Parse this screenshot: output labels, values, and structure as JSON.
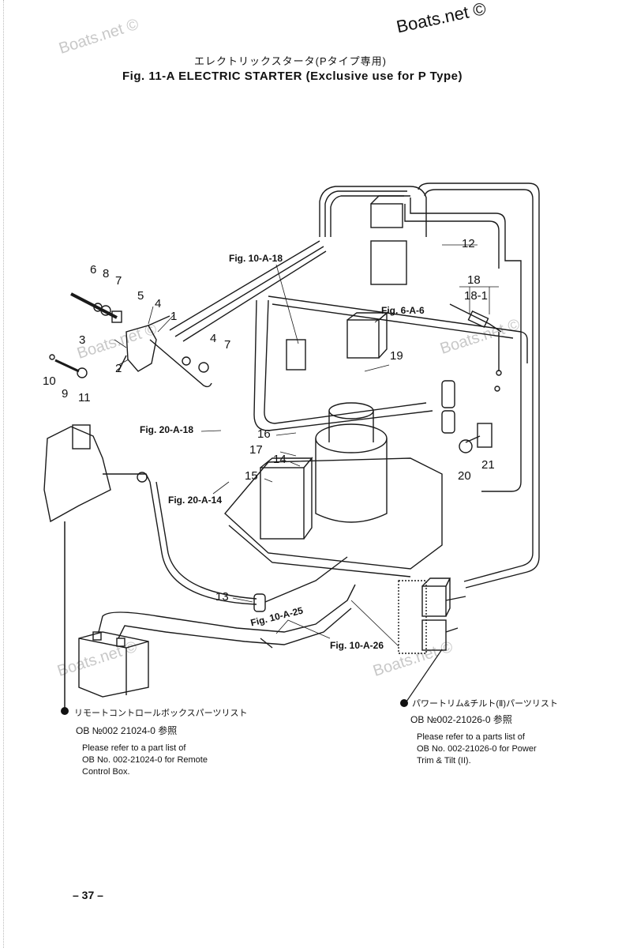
{
  "watermarks": {
    "top_left": "Boats.net ©",
    "top_right": "Boats.net ©",
    "mid_right": "Boats.net ©",
    "bottom_left": "Boats.net ©",
    "bottom_right": "Boats.net ©",
    "mid_left": "Boats.net ©"
  },
  "header": {
    "japanese_title": "エレクトリックスタータ(Pタイプ専用)",
    "title": "Fig. 11-A   ELECTRIC STARTER (Exclusive use for P Type)"
  },
  "callouts": {
    "n1": "1",
    "n2": "2",
    "n3": "3",
    "n4a": "4",
    "n4b": "4",
    "n5": "5",
    "n6": "6",
    "n7a": "7",
    "n7b": "7",
    "n8": "8",
    "n9": "9",
    "n10": "10",
    "n11": "11",
    "n12": "12",
    "n13": "13",
    "n14": "14",
    "n15": "15",
    "n16": "16",
    "n17": "17",
    "n18": "18",
    "n18_1": "18-1",
    "n19": "19",
    "n20": "20",
    "n21": "21"
  },
  "figure_refs": {
    "fig_10a18": "Fig. 10-A-18",
    "fig_6a6": "Fig. 6-A-6",
    "fig_20a18": "Fig. 20-A-18",
    "fig_20a14": "Fig. 20-A-14",
    "fig_10a25": "Fig. 10-A-25",
    "fig_10a26": "Fig. 10-A-26"
  },
  "notes": {
    "left": {
      "jp": "リモートコントロールボックスパーツリスト",
      "ob": "OB №002 21024-0 参照",
      "en1": "Please refer to a part list of",
      "en2": "OB No. 002-21024-0 for Remote",
      "en3": "Control Box."
    },
    "right": {
      "jp": "パワートリム&チルト(Ⅱ)パーツリスト",
      "ob": "OB №002-21026-0 参照",
      "en1": "Please refer to a parts list of",
      "en2": "OB No. 002-21026-0 for Power",
      "en3": "Trim & Tilt (II)."
    }
  },
  "footer": {
    "page_number": "– 37 –"
  }
}
